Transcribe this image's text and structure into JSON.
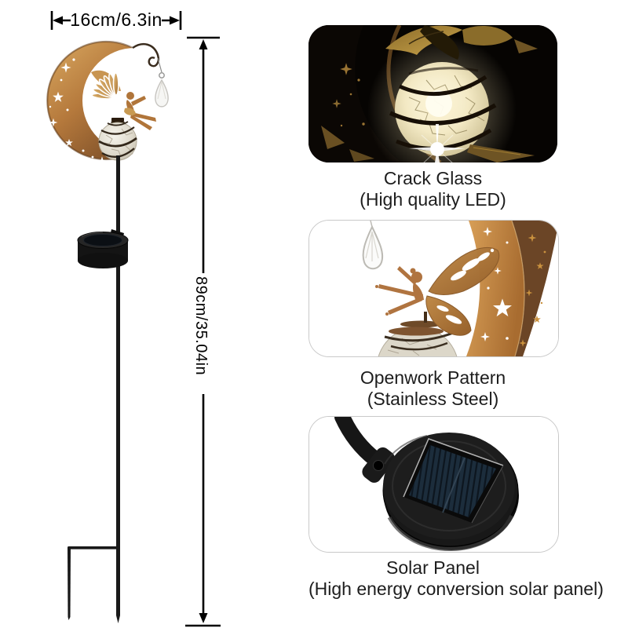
{
  "dimensions": {
    "width_label": "16cm/6.3in",
    "height_label": "89cm/35.04in"
  },
  "features": [
    {
      "title": "Crack Glass",
      "subtitle": "(High quality LED)"
    },
    {
      "title": "Openwork Pattern",
      "subtitle": "(Stainless Steel)"
    },
    {
      "title": "Solar Panel",
      "subtitle": "(High energy conversion solar panel)"
    }
  ],
  "colors": {
    "background": "#ffffff",
    "annotation_lines": "#000000",
    "caption_text": "#1d1d1d",
    "moon_bronze": "#b5793c",
    "moon_copper_light": "#d9a860",
    "fairy_gold": "#c89a52",
    "glass_ball": "#ddd8ca",
    "pole_black": "#191919",
    "detail_photo1_bg": "#060402",
    "solar_panel_blue": "#1c2d3c",
    "solar_unit_black": "#161616"
  }
}
